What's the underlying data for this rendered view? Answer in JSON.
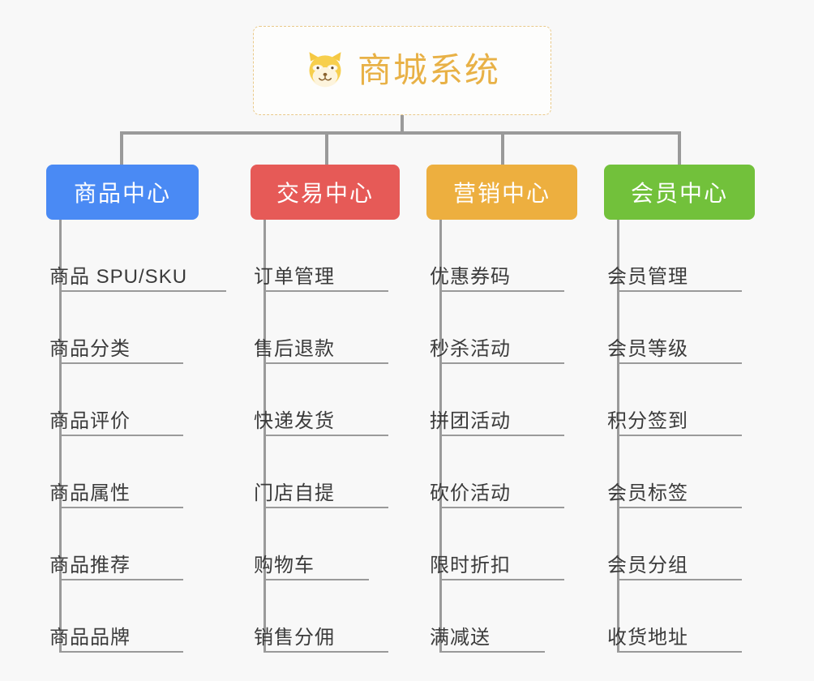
{
  "root": {
    "title": "商城系统",
    "icon": "shiba-dog-icon",
    "title_color": "#e8b146",
    "border_color": "#e9c98a"
  },
  "line_color": "#9a9a9a",
  "background": "#f8f8f8",
  "categories": [
    {
      "label": "商品中心",
      "color": "#4a8af4",
      "items": [
        "商品 SPU/SKU",
        "商品分类",
        "商品评价",
        "商品属性",
        "商品推荐",
        "商品品牌"
      ]
    },
    {
      "label": "交易中心",
      "color": "#e65a57",
      "items": [
        "订单管理",
        "售后退款",
        "快递发货",
        "门店自提",
        "购物车",
        "销售分佣"
      ]
    },
    {
      "label": "营销中心",
      "color": "#edaf3f",
      "items": [
        "优惠券码",
        "秒杀活动",
        "拼团活动",
        "砍价活动",
        "限时折扣",
        "满减送"
      ]
    },
    {
      "label": "会员中心",
      "color": "#72c13b",
      "items": [
        "会员管理",
        "会员等级",
        "积分签到",
        "会员标签",
        "会员分组",
        "收货地址"
      ]
    }
  ]
}
